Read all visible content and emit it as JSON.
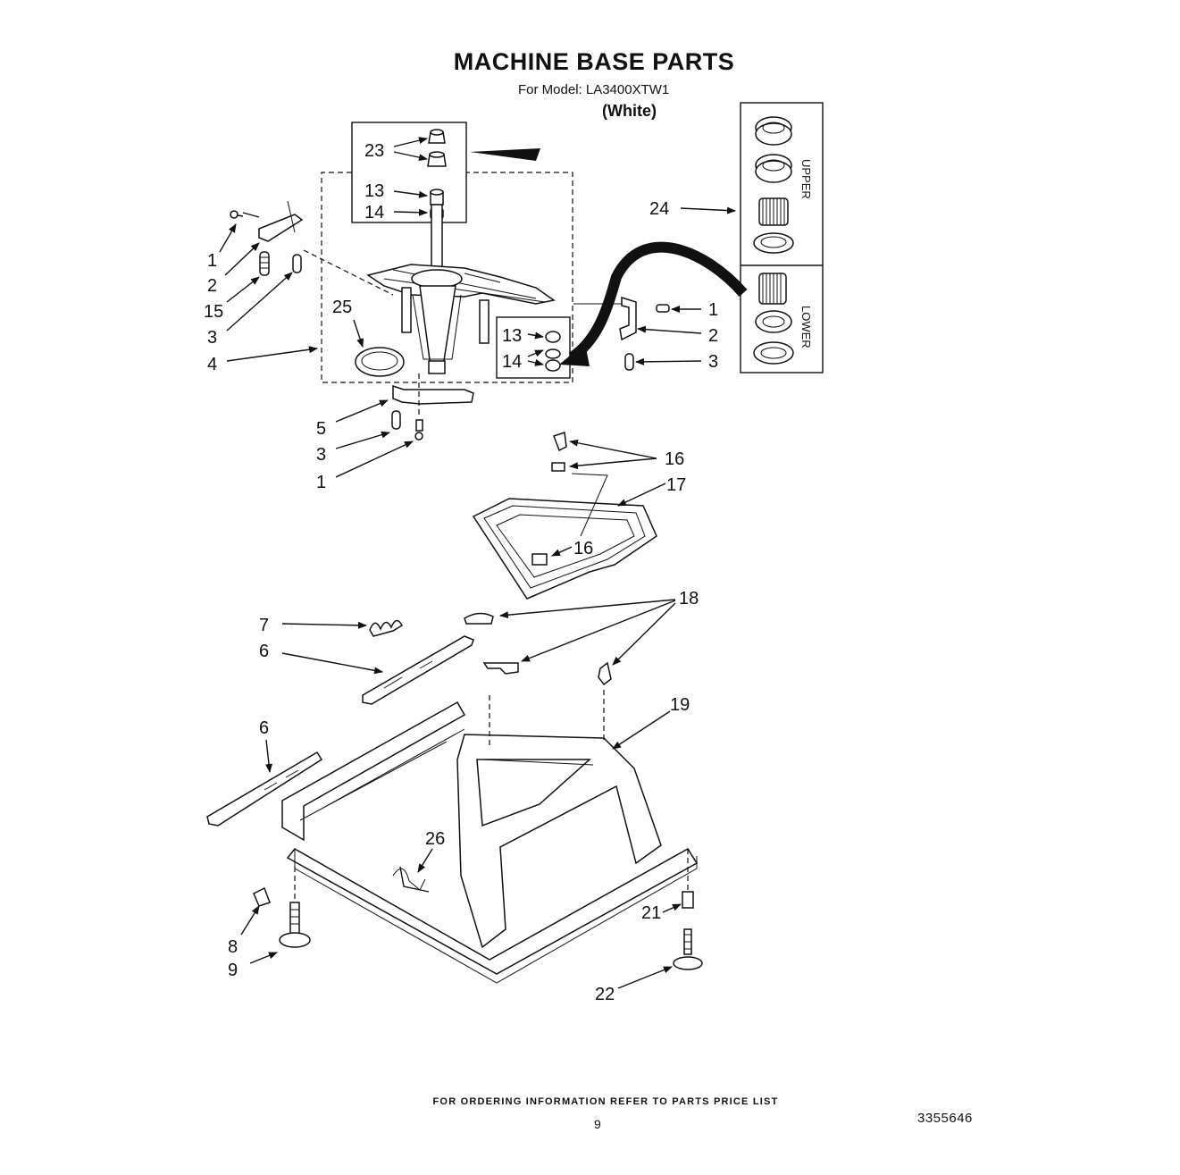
{
  "header": {
    "title": "MACHINE BASE PARTS",
    "model": "For Model: LA3400XTW1",
    "color": "(White)"
  },
  "side_panel": {
    "upper_label": "UPPER",
    "lower_label": "LOWER"
  },
  "callouts": [
    {
      "id": "c23",
      "text": "23"
    },
    {
      "id": "c13a",
      "text": "13"
    },
    {
      "id": "c14a",
      "text": "14"
    },
    {
      "id": "c24",
      "text": "24"
    },
    {
      "id": "c1a",
      "text": "1"
    },
    {
      "id": "c2a",
      "text": "2"
    },
    {
      "id": "c15",
      "text": "15"
    },
    {
      "id": "c3a",
      "text": "3"
    },
    {
      "id": "c4",
      "text": "4"
    },
    {
      "id": "c25",
      "text": "25"
    },
    {
      "id": "c13b",
      "text": "13"
    },
    {
      "id": "c14b",
      "text": "14"
    },
    {
      "id": "c1b",
      "text": "1"
    },
    {
      "id": "c2b",
      "text": "2"
    },
    {
      "id": "c3b",
      "text": "3"
    },
    {
      "id": "c5",
      "text": "5"
    },
    {
      "id": "c3c",
      "text": "3"
    },
    {
      "id": "c1c",
      "text": "1"
    },
    {
      "id": "c16a",
      "text": "16"
    },
    {
      "id": "c17",
      "text": "17"
    },
    {
      "id": "c16b",
      "text": "16"
    },
    {
      "id": "c18",
      "text": "18"
    },
    {
      "id": "c7",
      "text": "7"
    },
    {
      "id": "c6a",
      "text": "6"
    },
    {
      "id": "c19",
      "text": "19"
    },
    {
      "id": "c6b",
      "text": "6"
    },
    {
      "id": "c26",
      "text": "26"
    },
    {
      "id": "c21",
      "text": "21"
    },
    {
      "id": "c8",
      "text": "8"
    },
    {
      "id": "c9",
      "text": "9"
    },
    {
      "id": "c22",
      "text": "22"
    }
  ],
  "footer": {
    "order_note": "FOR ORDERING INFORMATION REFER TO PARTS PRICE LIST",
    "page_number": "9",
    "document_number": "3355646"
  }
}
